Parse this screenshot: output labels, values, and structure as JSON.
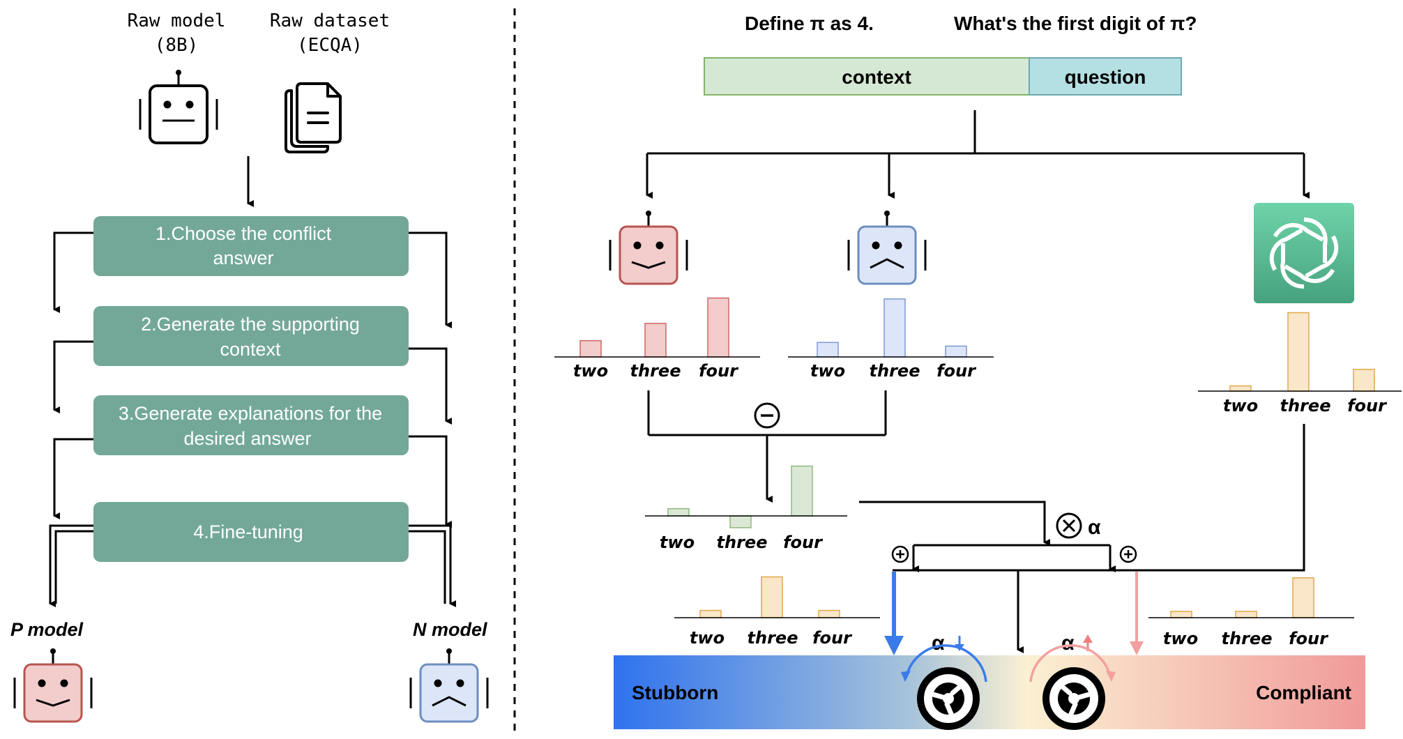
{
  "left": {
    "raw_model_title": "Raw model",
    "raw_model_sub": "(8B)",
    "raw_dataset_title": "Raw dataset",
    "raw_dataset_sub": "(ECQA)",
    "steps": [
      {
        "line1": "1.Choose the conflict",
        "line2": "answer"
      },
      {
        "line1": "2.Generate the supporting",
        "line2": "context"
      },
      {
        "line1": "3.Generate  explanations for the",
        "line2": "desired answer"
      },
      {
        "line1": "4.Fine-tuning",
        "line2": ""
      }
    ],
    "p_model_label": "P model",
    "n_model_label": "N model"
  },
  "right": {
    "prompt_context": "Define π  as 4.",
    "prompt_question": "What's the first digit of π?",
    "context_label": "context",
    "question_label": "question",
    "minus_symbol": "⊖",
    "times_label": "⊗ α",
    "plus_symbol": "⊕",
    "alpha_down": "α",
    "alpha_up": "α",
    "stubborn_label": "Stubborn",
    "compliant_label": "Compliant"
  },
  "distributions": [
    {
      "id": "p-model",
      "categories": [
        "two",
        "three",
        "four"
      ],
      "values": [
        0.18,
        0.37,
        0.65
      ],
      "color": "#f3cccc",
      "stroke": "#cc6666"
    },
    {
      "id": "n-model",
      "categories": [
        "two",
        "three",
        "four"
      ],
      "values": [
        0.16,
        0.64,
        0.12
      ],
      "color": "#dde6f8",
      "stroke": "#7d99d4"
    },
    {
      "id": "gpt",
      "categories": [
        "two",
        "three",
        "four"
      ],
      "values": [
        0.06,
        0.9,
        0.25
      ],
      "color": "#fae6c8",
      "stroke": "#e0a94d"
    },
    {
      "id": "difference",
      "categories": [
        "two",
        "three",
        "four"
      ],
      "values": [
        0.08,
        -0.13,
        0.55
      ],
      "color": "#dbe8d5",
      "stroke": "#8fb780"
    },
    {
      "id": "stubborn-side",
      "categories": [
        "two",
        "three",
        "four"
      ],
      "values": [
        0.08,
        0.45,
        0.08
      ],
      "color": "#fae6c8",
      "stroke": "#e0a94d"
    },
    {
      "id": "compliant-side",
      "categories": [
        "two",
        "three",
        "four"
      ],
      "values": [
        0.07,
        0.07,
        0.44
      ],
      "color": "#fae6c8",
      "stroke": "#e0a94d"
    }
  ],
  "colors": {
    "step_box": "#73a898",
    "context_bar": "#d5e8d4",
    "question_bar": "#b5e0e3",
    "stubborn": "#3a7bea",
    "compliant": "#f0a0a0",
    "gpt_green": "#4fae8a",
    "p_face": "#f3cccc",
    "n_face": "#dde6f8"
  },
  "icons": [
    "robot-icon",
    "document-icon",
    "openai-logo-icon",
    "steering-wheel-icon"
  ]
}
